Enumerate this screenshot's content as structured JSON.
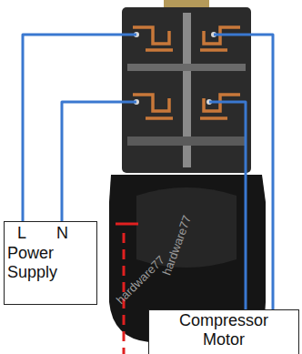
{
  "diagram": {
    "nodes": [
      {
        "text": [
          "L",
          "N",
          "Power Supply"
        ]
      },
      {
        "text": [
          "Compressor Motor"
        ]
      }
    ],
    "labels": [
      "hardware77",
      "hardware77"
    ]
  }
}
